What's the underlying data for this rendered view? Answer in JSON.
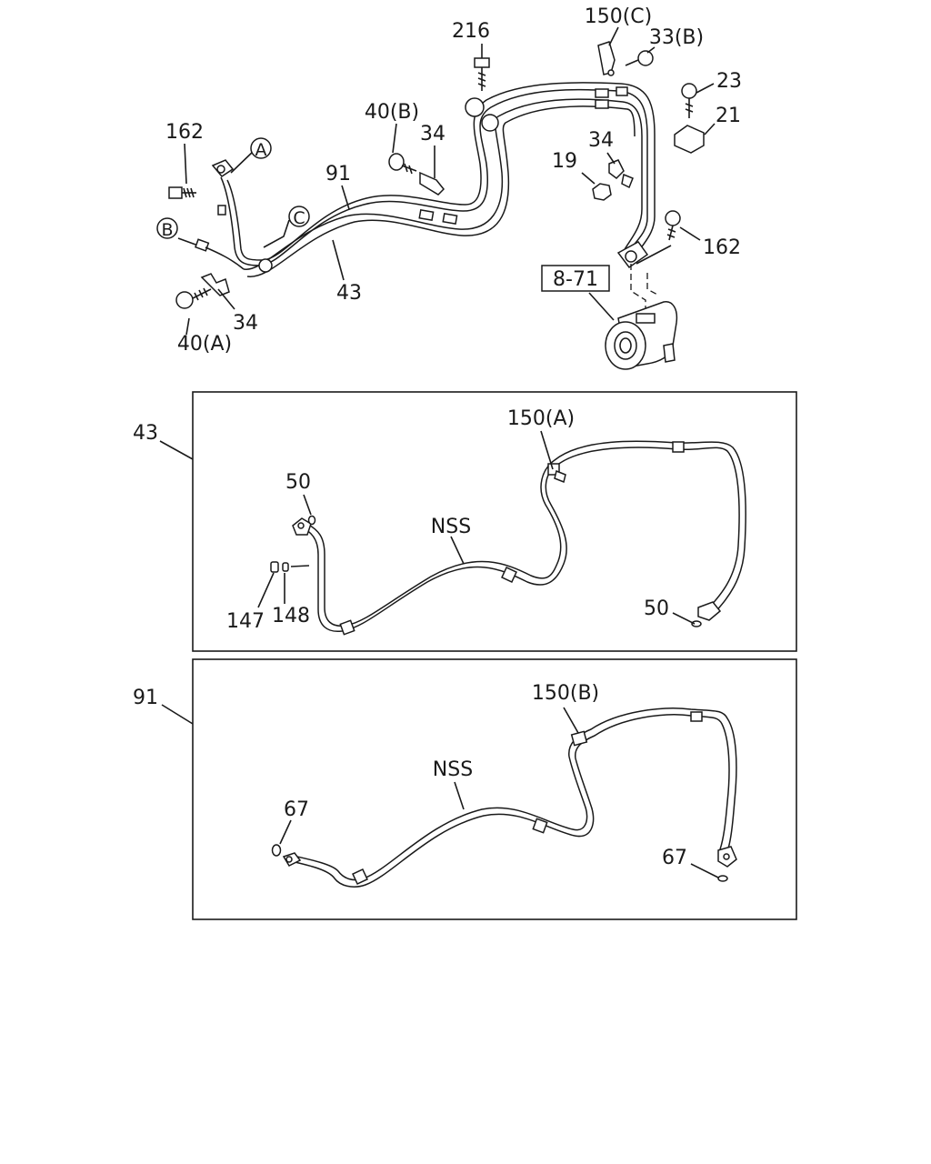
{
  "callouts": {
    "c216": "216",
    "c150c": "150(C)",
    "c33b": "33(B)",
    "c23": "23",
    "c21": "21",
    "c162_top": "162",
    "c162_right": "162",
    "c40b": "40(B)",
    "c34_mid": "34",
    "c34_right": "34",
    "c19": "19",
    "c91_top": "91",
    "c43_top": "43",
    "c34_left": "34",
    "c40a": "40(A)",
    "c871": "8-71",
    "circle_a": "A",
    "circle_b": "B",
    "circle_c": "C"
  },
  "panel_43": {
    "id": "43",
    "c150a": "150(A)",
    "c50_left": "50",
    "c50_right": "50",
    "nss": "NSS",
    "c147": "147",
    "c148": "148"
  },
  "panel_91": {
    "id": "91",
    "c150b": "150(B)",
    "nss": "NSS",
    "c67_left": "67",
    "c67_right": "67"
  }
}
